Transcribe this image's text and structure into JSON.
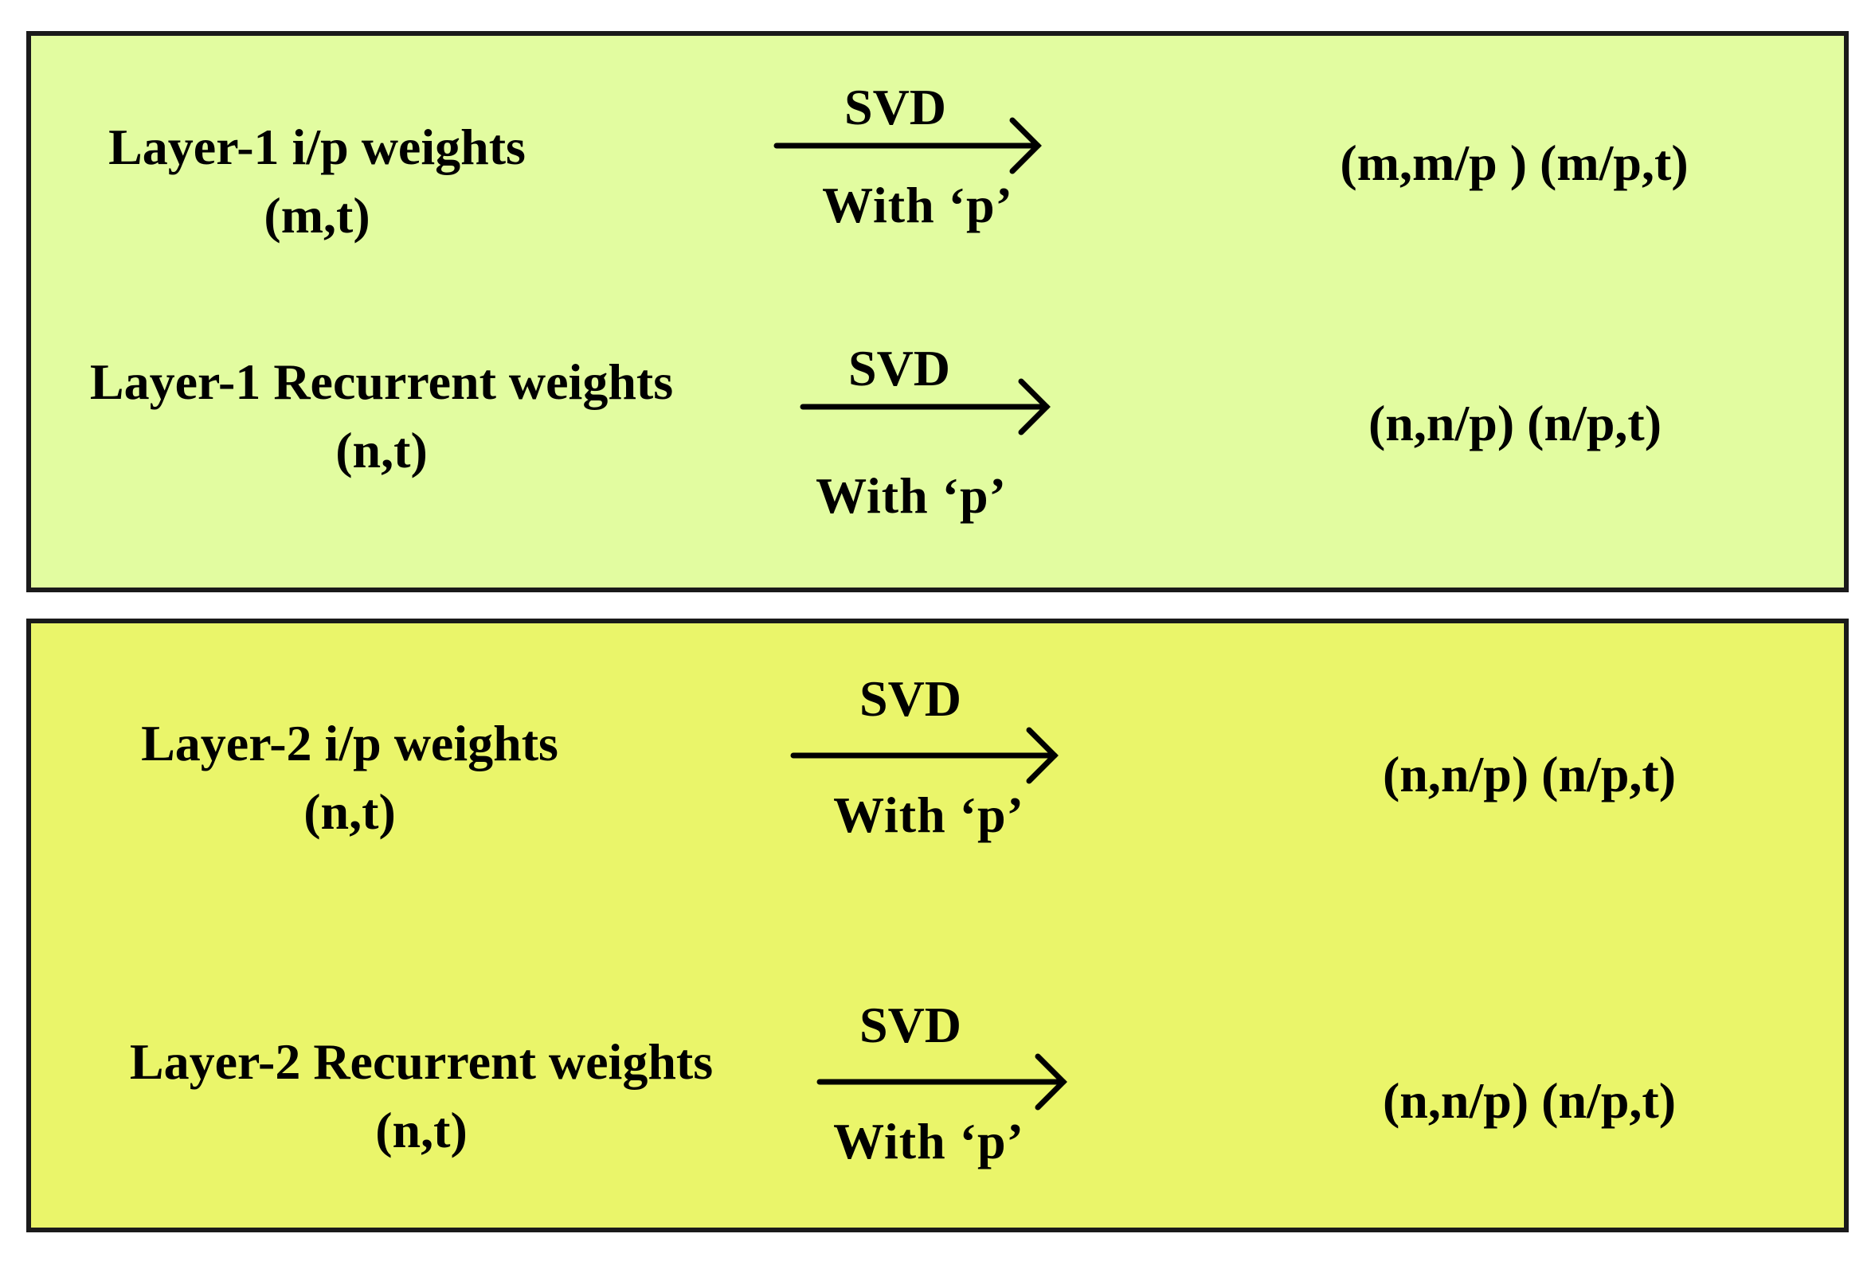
{
  "colors": {
    "panel_layer1_fill": "#e2fca0",
    "panel_layer2_fill": "#eaf56a",
    "border": "#1a1a1a",
    "text": "#000000"
  },
  "panels": [
    {
      "rows": [
        {
          "label": "Layer-1 i/p weights",
          "dims": "(m,t)",
          "operation": "SVD",
          "parameter": "With  ‘p’",
          "result": "(m,m/p ) (m/p,t)"
        },
        {
          "label": "Layer-1 Recurrent weights",
          "dims": "(n,t)",
          "operation": "SVD",
          "parameter": "With  ‘p’",
          "result": "(n,n/p) (n/p,t)"
        }
      ]
    },
    {
      "rows": [
        {
          "label": "Layer-2 i/p weights",
          "dims": "(n,t)",
          "operation": "SVD",
          "parameter": "With  ‘p’",
          "result": "(n,n/p) (n/p,t)"
        },
        {
          "label": "Layer-2 Recurrent weights",
          "dims": "(n,t)",
          "operation": "SVD",
          "parameter": "With  ‘p’",
          "result": "(n,n/p) (n/p,t)"
        }
      ]
    }
  ]
}
